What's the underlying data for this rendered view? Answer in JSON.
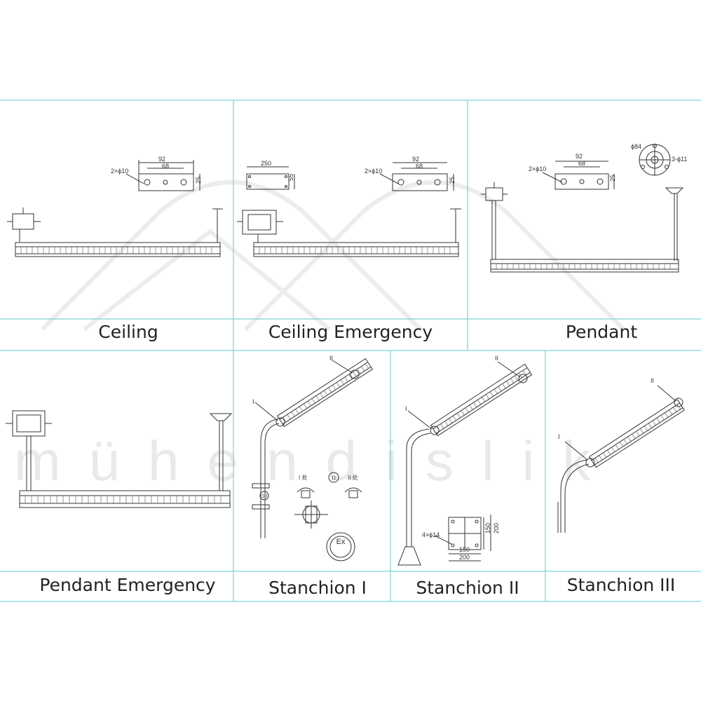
{
  "labels": {
    "ceiling": "Ceiling",
    "ceiling_emergency": "Ceiling Emergency",
    "pendant": "Pendant",
    "pendant_emergency": "Pendant Emergency",
    "stanchion_1": "Stanchion I",
    "stanchion_2": "Stanchion II",
    "stanchion_3": "Stanchion III"
  },
  "dims": {
    "d92": "92",
    "d68": "68",
    "d25": "25",
    "hole2x10": "2×ϕ10",
    "d250": "250",
    "d55": "55",
    "phi84": "ϕ84",
    "holes3x11": "3-ϕ11",
    "holes4x14": "4×ϕ14",
    "d150": "150",
    "d200": "200",
    "ex": "Ex"
  },
  "callouts": {
    "i": "I",
    "ii": "II",
    "i_chu": "I 处",
    "ii_chu": "II 处",
    "n11": "11",
    "n10": "10"
  },
  "watermark": "mühendislik",
  "colors": {
    "grid": "#7fd3d3",
    "line": "#333333",
    "watermark": "#e9e9e9"
  }
}
